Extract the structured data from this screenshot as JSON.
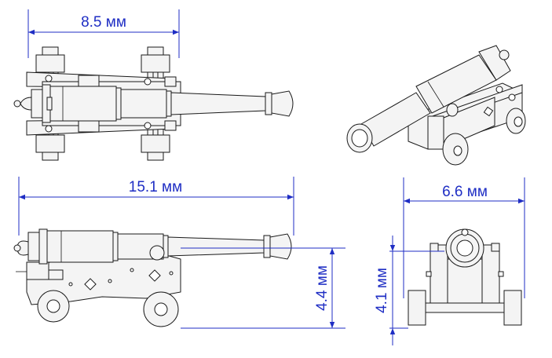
{
  "dimensions": {
    "top_width": "8.5 мм",
    "side_length": "15.1 мм",
    "side_height": "4.4 мм",
    "front_width": "6.6 мм",
    "front_height": "4.1 мм"
  },
  "colors": {
    "dimension": "#1f2ec4",
    "outline": "#1a1a1a",
    "background": "#ffffff"
  }
}
